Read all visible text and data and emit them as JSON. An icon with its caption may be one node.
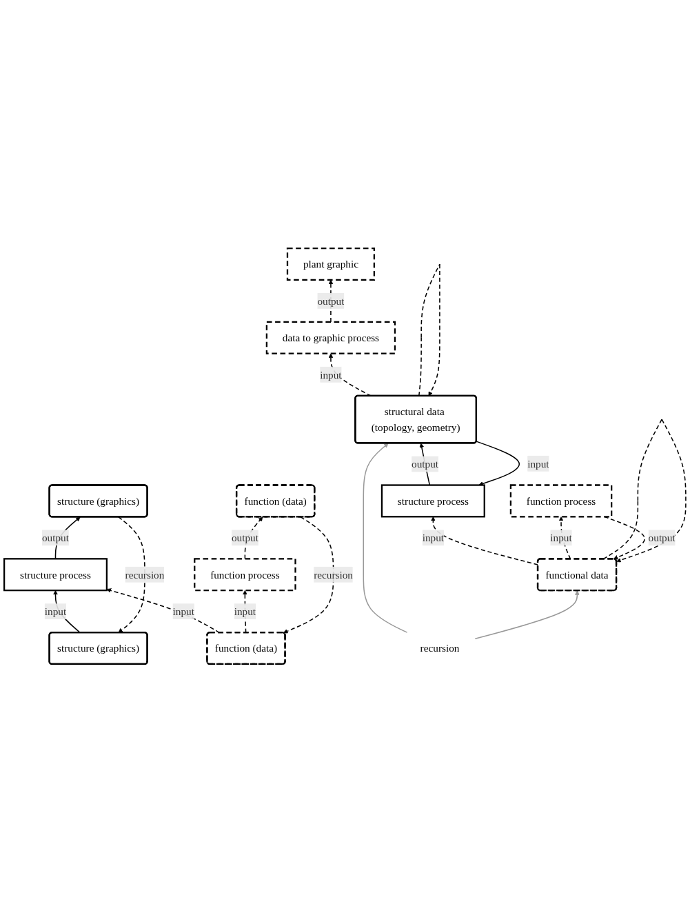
{
  "diagram": {
    "nodes": [
      {
        "text": [
          "plant graphic"
        ]
      },
      {
        "text": [
          "data to graphic process"
        ]
      },
      {
        "text": [
          "structure process"
        ]
      },
      {
        "text": [
          "structural data (topology, geometry)"
        ]
      },
      {
        "text": [
          "functional data"
        ]
      },
      {
        "text": [
          "function process"
        ]
      },
      {
        "text": [
          "recursion"
        ]
      },
      {
        "text": [
          "structure (graphics)"
        ]
      },
      {
        "text": [
          "function (data)"
        ]
      },
      {
        "text": [
          "structure process"
        ]
      },
      {
        "text": [
          "function process"
        ]
      },
      {
        "text": [
          "structure (graphics)"
        ]
      },
      {
        "text": [
          "function (data)"
        ]
      }
    ],
    "edges": [
      {
        "from": 1,
        "to": 0,
        "arrow": "to",
        "label": "output",
        "style": "dashed"
      },
      {
        "from": 3,
        "to": 1,
        "arrow": "to",
        "label": "input",
        "style": "dashed"
      },
      {
        "from": 2,
        "to": 3,
        "arrow": "to",
        "label": "output"
      },
      {
        "from": 3,
        "to": 2,
        "arrow": "to",
        "label": "input"
      },
      {
        "from": 3,
        "to": 3,
        "arrow": "to",
        "style": "dashed"
      },
      {
        "from": 4,
        "to": 2,
        "arrow": "to",
        "label": "input",
        "style": "dashed"
      },
      {
        "from": 4,
        "to": 5,
        "arrow": "to",
        "label": "input",
        "style": "dashed"
      },
      {
        "from": 5,
        "to": 4,
        "arrow": "to",
        "label": "output",
        "style": "dashed"
      },
      {
        "from": 4,
        "to": 4,
        "arrow": "to",
        "style": "dashed"
      },
      {
        "from": 6,
        "to": 3,
        "arrow": "to",
        "color": "#999999"
      },
      {
        "from": 6,
        "to": 4,
        "arrow": "to",
        "color": "#999999"
      },
      {
        "from": 7,
        "to": 9,
        "arrow": "to",
        "label": "input"
      },
      {
        "from": 8,
        "to": 9,
        "arrow": "to",
        "label": "input",
        "style": "dashed"
      },
      {
        "from": 8,
        "to": 10,
        "arrow": "to",
        "label": "input",
        "style": "dashed"
      },
      {
        "from": 9,
        "to": 11,
        "arrow": "to",
        "label": "output"
      },
      {
        "from": 10,
        "to": 12,
        "arrow": "to",
        "label": "output",
        "style": "dashed"
      },
      {
        "from": 11,
        "to": 7,
        "arrow": "to",
        "label": "recursion",
        "style": "dashed"
      },
      {
        "from": 12,
        "to": 8,
        "arrow": "to",
        "label": "recursion",
        "style": "dashed"
      }
    ]
  }
}
